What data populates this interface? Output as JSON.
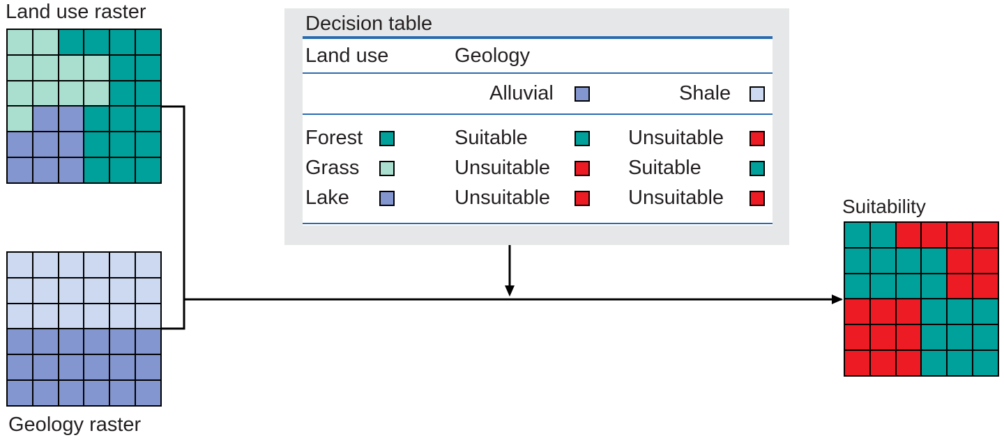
{
  "colors": {
    "forest": "#00a19a",
    "grass": "#aadfcf",
    "lake": "#8496cf",
    "alluvial": "#8496cf",
    "shale": "#ccd9f1",
    "suitable": "#00a19a",
    "unsuitable": "#ed1c24"
  },
  "labels": {
    "land_use_raster": "Land use raster",
    "geology_raster": "Geology raster",
    "suitability": "Suitability"
  },
  "decision_table": {
    "title": "Decision table",
    "col_land_use": "Land use",
    "col_geology": "Geology",
    "geology_alluvial": "Alluvial",
    "geology_shale": "Shale",
    "rows": [
      {
        "land_use": "Forest",
        "land_color": "forest",
        "alluvial": "Suitable",
        "alluvial_color": "suitable",
        "shale": "Unsuitable",
        "shale_color": "unsuitable"
      },
      {
        "land_use": "Grass",
        "land_color": "grass",
        "alluvial": "Unsuitable",
        "alluvial_color": "unsuitable",
        "shale": "Suitable",
        "shale_color": "suitable"
      },
      {
        "land_use": "Lake",
        "land_color": "lake",
        "alluvial": "Unsuitable",
        "alluvial_color": "unsuitable",
        "shale": "Unsuitable",
        "shale_color": "unsuitable"
      }
    ]
  },
  "land_use_grid": [
    [
      "G",
      "G",
      "F",
      "F",
      "F",
      "F"
    ],
    [
      "G",
      "G",
      "G",
      "G",
      "F",
      "F"
    ],
    [
      "G",
      "G",
      "G",
      "G",
      "F",
      "F"
    ],
    [
      "G",
      "L",
      "L",
      "F",
      "F",
      "F"
    ],
    [
      "L",
      "L",
      "L",
      "F",
      "F",
      "F"
    ],
    [
      "L",
      "L",
      "L",
      "F",
      "F",
      "F"
    ]
  ],
  "geology_grid": [
    [
      "S",
      "S",
      "S",
      "S",
      "S",
      "S"
    ],
    [
      "S",
      "S",
      "S",
      "S",
      "S",
      "S"
    ],
    [
      "S",
      "S",
      "S",
      "S",
      "S",
      "S"
    ],
    [
      "A",
      "A",
      "A",
      "A",
      "A",
      "A"
    ],
    [
      "A",
      "A",
      "A",
      "A",
      "A",
      "A"
    ],
    [
      "A",
      "A",
      "A",
      "A",
      "A",
      "A"
    ]
  ],
  "suitability_grid": [
    [
      "Y",
      "Y",
      "N",
      "N",
      "N",
      "N"
    ],
    [
      "Y",
      "Y",
      "Y",
      "Y",
      "N",
      "N"
    ],
    [
      "Y",
      "Y",
      "Y",
      "Y",
      "N",
      "N"
    ],
    [
      "N",
      "N",
      "N",
      "Y",
      "Y",
      "Y"
    ],
    [
      "N",
      "N",
      "N",
      "Y",
      "Y",
      "Y"
    ],
    [
      "N",
      "N",
      "N",
      "Y",
      "Y",
      "Y"
    ]
  ]
}
